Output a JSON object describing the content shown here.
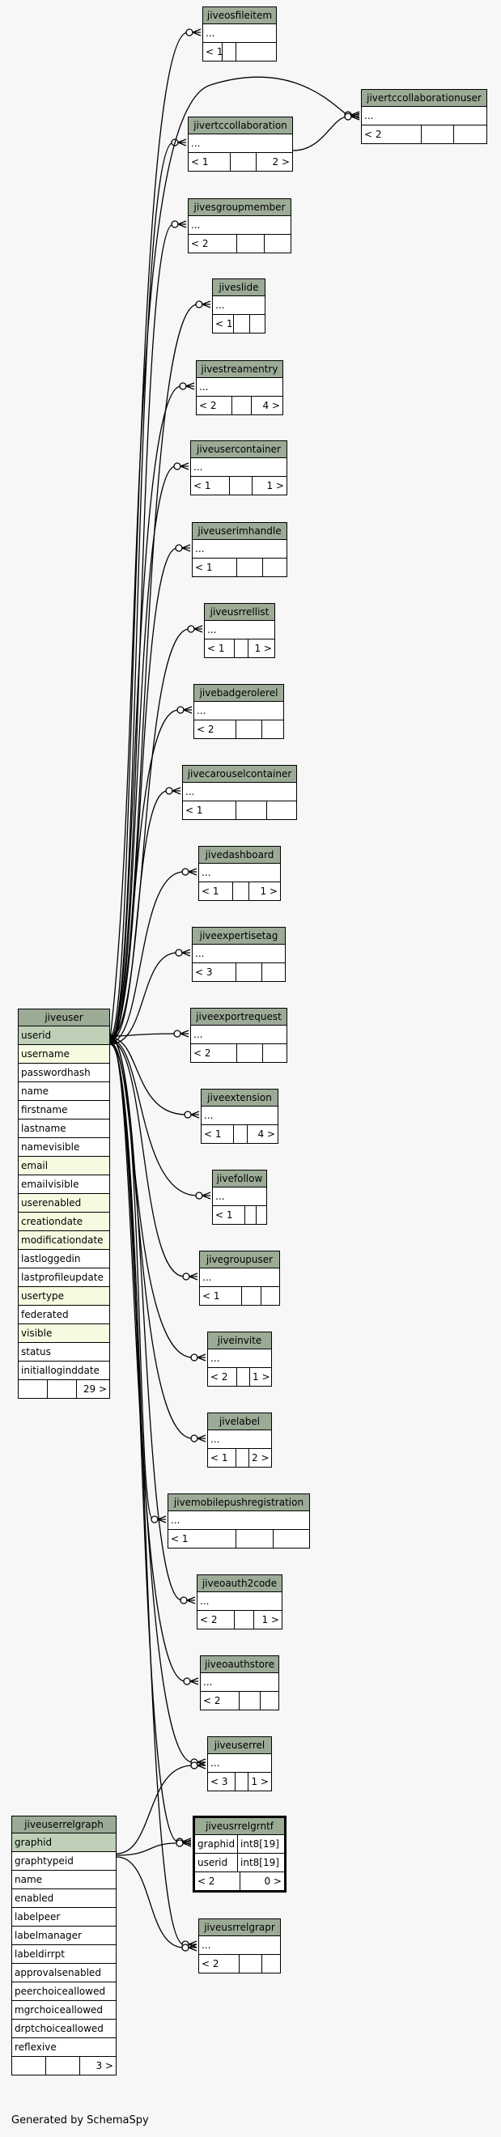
{
  "footer": "Generated by SchemaSpy",
  "tables": {
    "jiveuser": {
      "title": "jiveuser",
      "columns": [
        "userid",
        "username",
        "passwordhash",
        "name",
        "firstname",
        "lastname",
        "namevisible",
        "email",
        "emailvisible",
        "userenabled",
        "creationdate",
        "modificationdate",
        "lastloggedin",
        "lastprofileupdate",
        "usertype",
        "federated",
        "visible",
        "status",
        "initialloginddate"
      ],
      "footer": [
        "",
        "",
        "29 >"
      ]
    },
    "jiveuserrelgraph": {
      "title": "jiveuserrelgraph",
      "columns": [
        "graphid",
        "graphtypeid",
        "name",
        "enabled",
        "labelpeer",
        "labelmanager",
        "labeldirrpt",
        "approvalsenabled",
        "peerchoiceallowed",
        "mgrchoiceallowed",
        "drptchoiceallowed",
        "reflexive"
      ],
      "footer": [
        "",
        "",
        "3 >"
      ]
    },
    "jiveusrrelgrntf": {
      "title": "jiveusrrelgrntf",
      "columns": [
        [
          "graphid",
          "int8[19]"
        ],
        [
          "userid",
          "int8[19]"
        ]
      ],
      "footer": [
        "< 2",
        "0 >"
      ]
    },
    "jiveosfileitem": {
      "title": "jiveosfileitem",
      "columns": [
        "..."
      ],
      "footer": [
        "< 1",
        "",
        ""
      ]
    },
    "jivertccollaborationuser": {
      "title": "jivertccollaborationuser",
      "columns": [
        "..."
      ],
      "footer": [
        "< 2",
        "",
        ""
      ]
    },
    "jivertccollaboration": {
      "title": "jivertccollaboration",
      "columns": [
        "..."
      ],
      "footer": [
        "< 1",
        "",
        "2 >"
      ]
    },
    "jivesgroupmember": {
      "title": "jivesgroupmember",
      "columns": [
        "..."
      ],
      "footer": [
        "< 2",
        "",
        ""
      ]
    },
    "jiveslide": {
      "title": "jiveslide",
      "columns": [
        "..."
      ],
      "footer": [
        "< 1",
        "",
        ""
      ]
    },
    "jivestreamentry": {
      "title": "jivestreamentry",
      "columns": [
        "..."
      ],
      "footer": [
        "< 2",
        "",
        "4 >"
      ]
    },
    "jiveusercontainer": {
      "title": "jiveusercontainer",
      "columns": [
        "..."
      ],
      "footer": [
        "< 1",
        "",
        "1 >"
      ]
    },
    "jiveuserimhandle": {
      "title": "jiveuserimhandle",
      "columns": [
        "..."
      ],
      "footer": [
        "< 1",
        "",
        ""
      ]
    },
    "jiveusrrellist": {
      "title": "jiveusrrellist",
      "columns": [
        "..."
      ],
      "footer": [
        "< 1",
        "",
        "1 >"
      ]
    },
    "jivebadgerolerel": {
      "title": "jivebadgerolerel",
      "columns": [
        "..."
      ],
      "footer": [
        "< 2",
        "",
        ""
      ]
    },
    "jivecarouselcontainer": {
      "title": "jivecarouselcontainer",
      "columns": [
        "..."
      ],
      "footer": [
        "< 1",
        "",
        ""
      ]
    },
    "jivedashboard": {
      "title": "jivedashboard",
      "columns": [
        "..."
      ],
      "footer": [
        "< 1",
        "",
        "1 >"
      ]
    },
    "jiveexpertisetag": {
      "title": "jiveexpertisetag",
      "columns": [
        "..."
      ],
      "footer": [
        "< 3",
        "",
        ""
      ]
    },
    "jiveexportrequest": {
      "title": "jiveexportrequest",
      "columns": [
        "..."
      ],
      "footer": [
        "< 2",
        "",
        ""
      ]
    },
    "jiveextension": {
      "title": "jiveextension",
      "columns": [
        "..."
      ],
      "footer": [
        "< 1",
        "",
        "4 >"
      ]
    },
    "jivefollow": {
      "title": "jivefollow",
      "columns": [
        "..."
      ],
      "footer": [
        "< 1",
        "",
        ""
      ]
    },
    "jivegroupuser": {
      "title": "jivegroupuser",
      "columns": [
        "..."
      ],
      "footer": [
        "< 1",
        "",
        ""
      ]
    },
    "jiveinvite": {
      "title": "jiveinvite",
      "columns": [
        "..."
      ],
      "footer": [
        "< 2",
        "",
        "1 >"
      ]
    },
    "jivelabel": {
      "title": "jivelabel",
      "columns": [
        "..."
      ],
      "footer": [
        "< 1",
        "",
        "2 >"
      ]
    },
    "jivemobilepushregistration": {
      "title": "jivemobilepushregistration",
      "columns": [
        "..."
      ],
      "footer": [
        "< 1",
        "",
        ""
      ]
    },
    "jiveoauth2code": {
      "title": "jiveoauth2code",
      "columns": [
        "..."
      ],
      "footer": [
        "< 2",
        "",
        "1 >"
      ]
    },
    "jiveoauthstore": {
      "title": "jiveoauthstore",
      "columns": [
        "..."
      ],
      "footer": [
        "< 2",
        "",
        ""
      ]
    },
    "jiveuserrel": {
      "title": "jiveuserrel",
      "columns": [
        "..."
      ],
      "footer": [
        "< 3",
        "",
        "1 >"
      ]
    },
    "jiveusrrelgrapr": {
      "title": "jiveusrrelgrapr",
      "columns": [
        "..."
      ],
      "footer": [
        "< 2",
        "",
        ""
      ]
    }
  }
}
